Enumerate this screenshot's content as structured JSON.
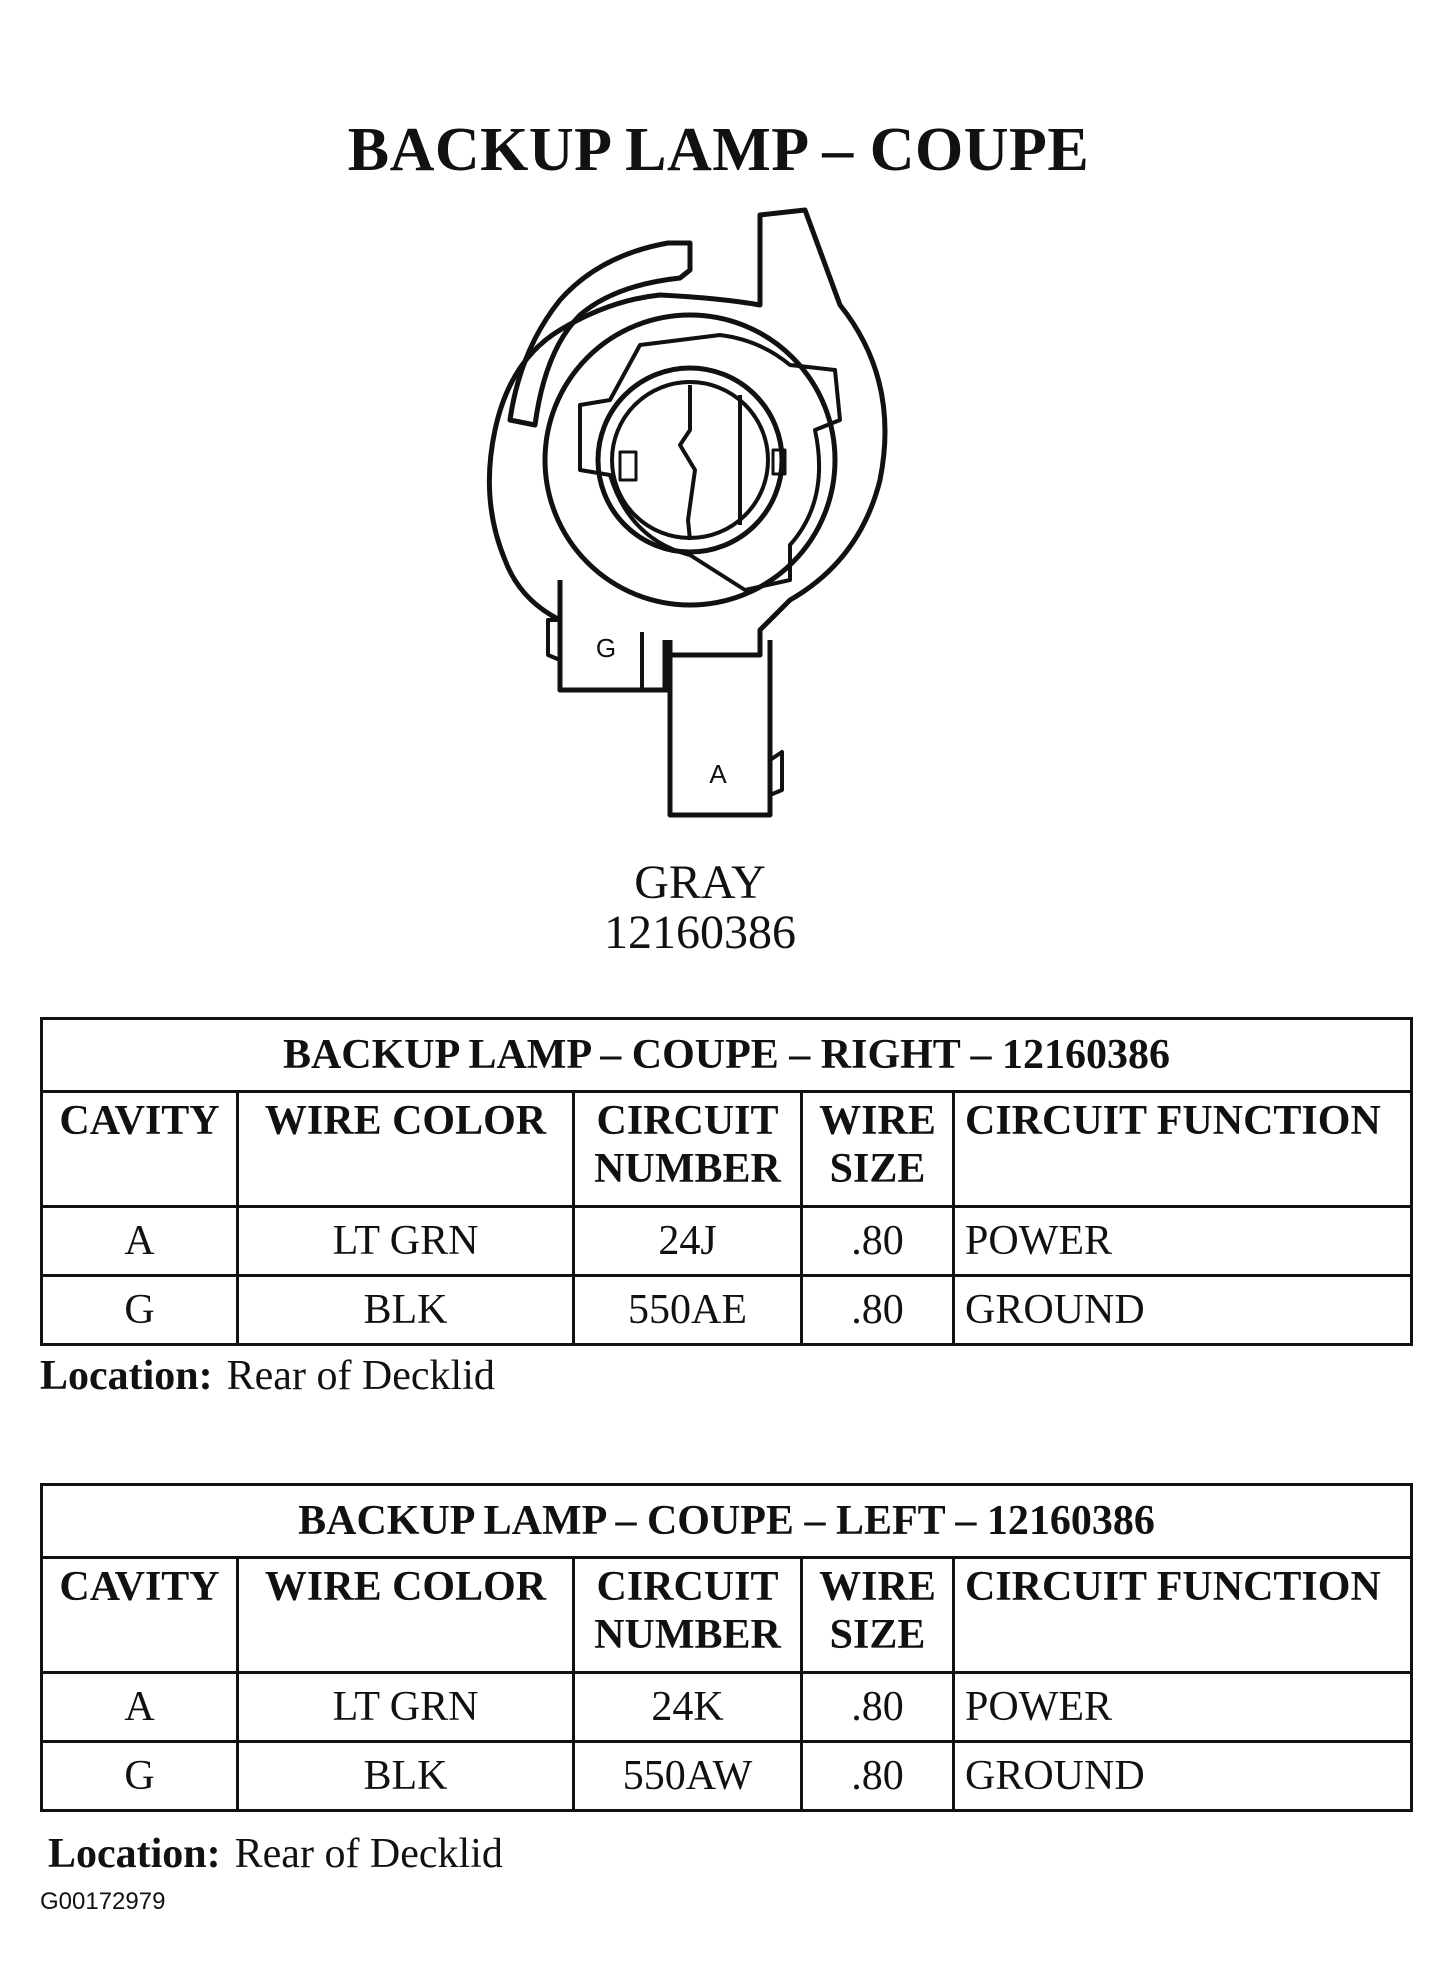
{
  "title": "BACKUP LAMP – COUPE",
  "connector": {
    "color_label": "GRAY",
    "part_number": "12160386",
    "pin_labels": [
      "G",
      "A"
    ]
  },
  "tables": [
    {
      "caption": "BACKUP LAMP – COUPE – RIGHT – 12160386",
      "headers": [
        "CAVITY",
        "WIRE COLOR",
        "CIRCUIT NUMBER",
        "WIRE SIZE",
        "CIRCUIT FUNCTION"
      ],
      "rows": [
        [
          "A",
          "LT GRN",
          "24J",
          ".80",
          "POWER"
        ],
        [
          "G",
          "BLK",
          "550AE",
          ".80",
          "GROUND"
        ]
      ],
      "location_label": "Location:",
      "location_value": "Rear of Decklid"
    },
    {
      "caption": "BACKUP LAMP – COUPE – LEFT – 12160386",
      "headers": [
        "CAVITY",
        "WIRE COLOR",
        "CIRCUIT NUMBER",
        "WIRE SIZE",
        "CIRCUIT FUNCTION"
      ],
      "rows": [
        [
          "A",
          "LT GRN",
          "24K",
          ".80",
          "POWER"
        ],
        [
          "G",
          "BLK",
          "550AW",
          ".80",
          "GROUND"
        ]
      ],
      "location_label": "Location:",
      "location_value": "Rear of Decklid"
    }
  ],
  "figure_code": "G00172979"
}
